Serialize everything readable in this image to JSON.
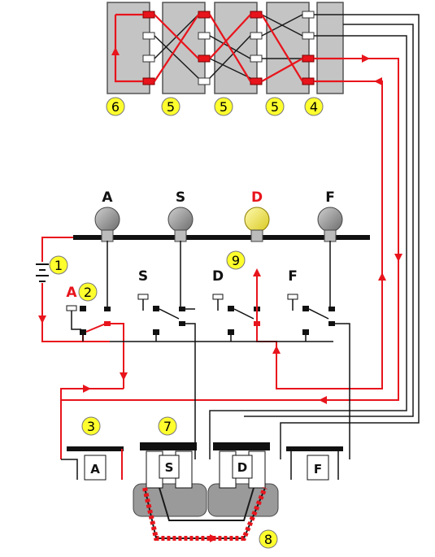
{
  "colors": {
    "signal": "#e8141c",
    "wire": "#1a1a1a",
    "rotor": "#c8c8c8",
    "bulb_off": "#8a8a8a",
    "bulb_on": "#f0e43c",
    "marker": "#ffff2e"
  },
  "lamps": [
    {
      "label": "A",
      "lit": false
    },
    {
      "label": "S",
      "lit": false
    },
    {
      "label": "D",
      "lit": true
    },
    {
      "label": "F",
      "lit": false
    }
  ],
  "keys": [
    {
      "label": "A",
      "pressed": true
    },
    {
      "label": "S",
      "pressed": false
    },
    {
      "label": "D",
      "pressed": false
    },
    {
      "label": "F",
      "pressed": false
    }
  ],
  "plugs": [
    {
      "label": "A"
    },
    {
      "label": "S"
    },
    {
      "label": "D"
    },
    {
      "label": "F"
    }
  ],
  "markers": {
    "battery": "1",
    "key": "2",
    "plugboard": "3",
    "entry_wheel": "4",
    "rotor_right": "5",
    "rotor_middle": "5",
    "rotor_left": "5",
    "reflector": "6",
    "plugboard_s": "7",
    "plug_cable": "8",
    "lamp": "9"
  }
}
